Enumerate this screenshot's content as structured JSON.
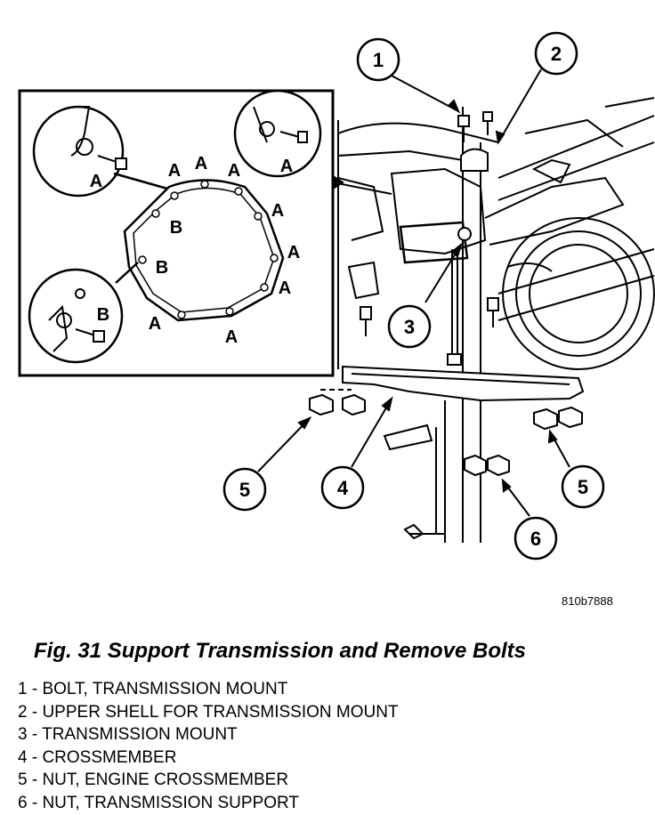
{
  "figure": {
    "ref_code": "810b7888",
    "title": "Fig. 31 Support Transmission and Remove Bolts"
  },
  "callouts": [
    "1",
    "2",
    "3",
    "4",
    "5",
    "5",
    "6"
  ],
  "inset_labels": {
    "a": "A",
    "b": "B"
  },
  "legend": [
    "1 - BOLT, TRANSMISSION MOUNT",
    "2 - UPPER SHELL FOR TRANSMISSION MOUNT",
    "3 - TRANSMISSION MOUNT",
    "4 - CROSSMEMBER",
    "5 - NUT, ENGINE CROSSMEMBER",
    "6 - NUT, TRANSMISSION SUPPORT"
  ]
}
